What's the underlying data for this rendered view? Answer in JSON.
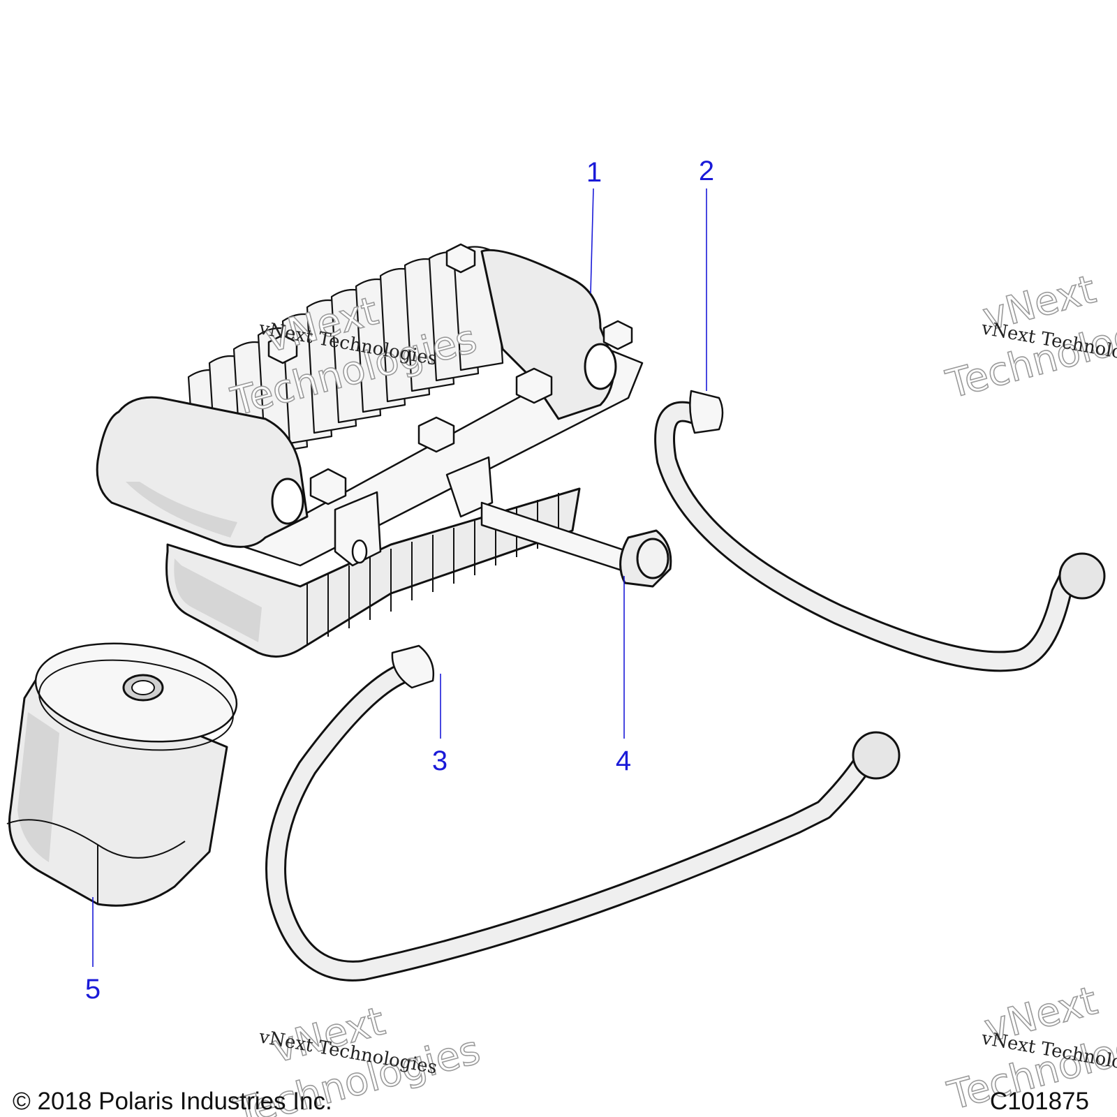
{
  "callouts": [
    {
      "id": "1",
      "label": "1"
    },
    {
      "id": "2",
      "label": "2"
    },
    {
      "id": "3",
      "label": "3"
    },
    {
      "id": "4",
      "label": "4"
    },
    {
      "id": "5",
      "label": "5"
    }
  ],
  "watermark": {
    "script_text": "vNext Technologies",
    "outline_line1": "vNext",
    "outline_line2": "Technologies"
  },
  "footer": {
    "copyright": "© 2018 Polaris Industries Inc.",
    "drawing_number": "C101875"
  },
  "colors": {
    "callout": "#1a1ad8",
    "line_art": "#111111",
    "part_fill": "#ececec"
  }
}
